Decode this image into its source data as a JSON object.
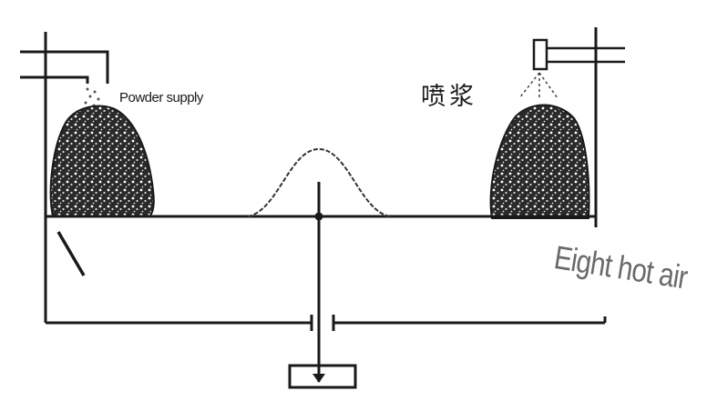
{
  "labels": {
    "powder_supply": "Powder supply",
    "spray_slurry": "喷浆",
    "hot_air": "Eight hot air"
  },
  "colors": {
    "ink": "#1a1a1a",
    "hot_air_text": "#6a6a6a",
    "background": "#ffffff"
  }
}
